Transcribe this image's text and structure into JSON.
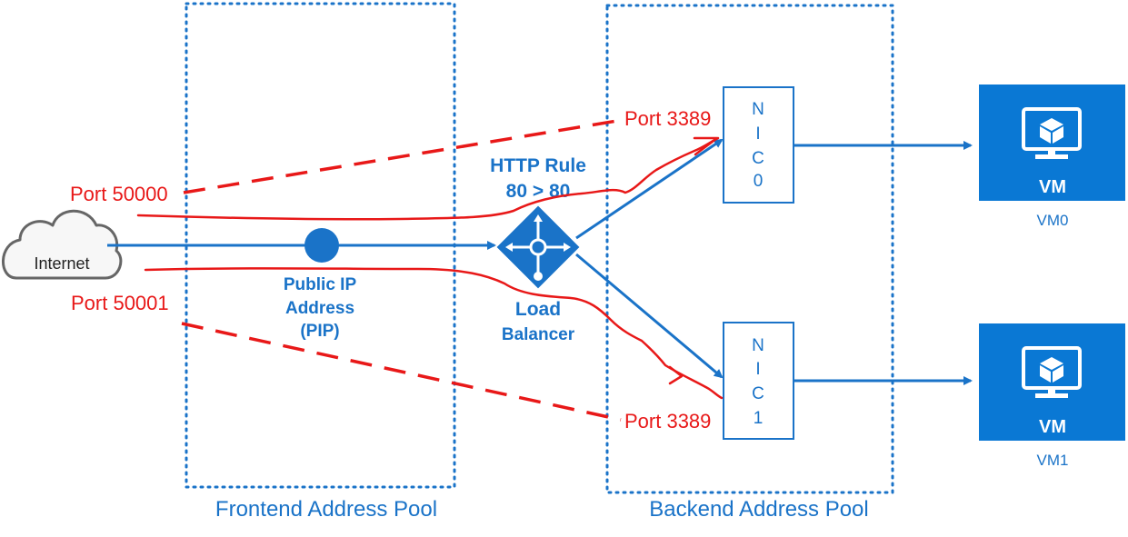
{
  "pools": {
    "frontend": "Frontend Address Pool",
    "backend": "Backend Address Pool"
  },
  "internet": {
    "label": "Internet"
  },
  "public_ip": {
    "line1": "Public IP",
    "line2": "Address",
    "line3": "(PIP)"
  },
  "load_balancer": {
    "rule_line1": "HTTP Rule",
    "rule_line2": "80 > 80",
    "label_line1": "Load",
    "label_line2": "Balancer"
  },
  "nat_rules": {
    "port_in_0": "Port 50000",
    "port_in_1": "Port 50001",
    "port_out_0": "Port 3389",
    "port_out_1": "Port 3389"
  },
  "nics": [
    {
      "chars": [
        "N",
        "I",
        "C",
        "0"
      ]
    },
    {
      "chars": [
        "N",
        "I",
        "C",
        "1"
      ]
    }
  ],
  "vms": [
    {
      "tile_label": "VM",
      "caption": "VM0"
    },
    {
      "tile_label": "VM",
      "caption": "VM1"
    }
  ],
  "colors": {
    "azure_blue": "#1a73c8",
    "vm_tile": "#0a78d4",
    "annotation_red": "#e81818",
    "cloud_fill": "#f7f7f7",
    "cloud_stroke": "#666666"
  },
  "icons": {
    "load_balancer": "load-balancer-icon",
    "vm": "monitor-cube-icon",
    "internet": "cloud-icon"
  }
}
